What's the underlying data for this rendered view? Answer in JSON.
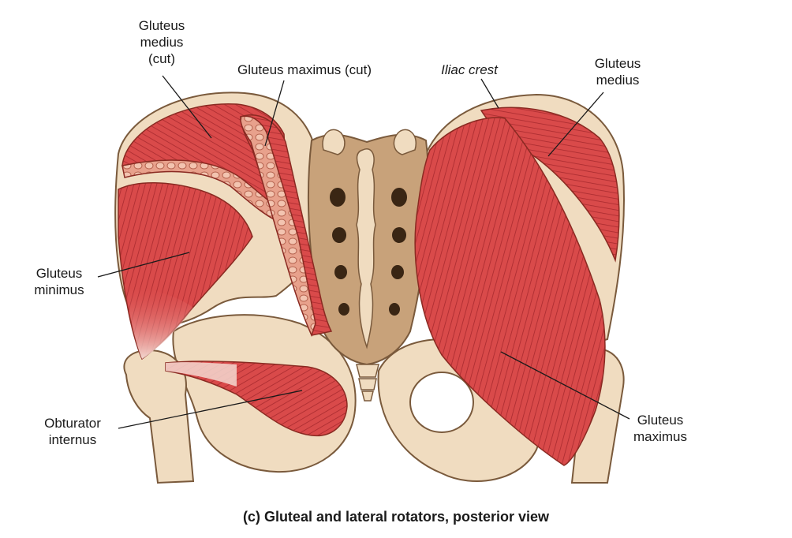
{
  "labels": {
    "gluteus_medius_cut": [
      "Gluteus",
      "medius",
      "(cut)"
    ],
    "gluteus_maximus_cut": "Gluteus maximus (cut)",
    "iliac_crest": "Iliac crest",
    "gluteus_medius": [
      "Gluteus",
      "medius"
    ],
    "gluteus_minimus": [
      "Gluteus",
      "minimus"
    ],
    "obturator_internus": [
      "Obturator",
      "internus"
    ],
    "gluteus_maximus": [
      "Gluteus",
      "maximus"
    ]
  },
  "caption": "(c) Gluteal and lateral rotators, posterior view",
  "colors": {
    "bone": "#f0dcc0",
    "bone_shadow": "#c8a27a",
    "bone_outline": "#7a5a3c",
    "muscle": "#d94a4a",
    "muscle_dark": "#a82a2e",
    "muscle_light": "#f09a90",
    "tendon": "#f3d8d0",
    "leader_line": "#1a1a1a"
  }
}
